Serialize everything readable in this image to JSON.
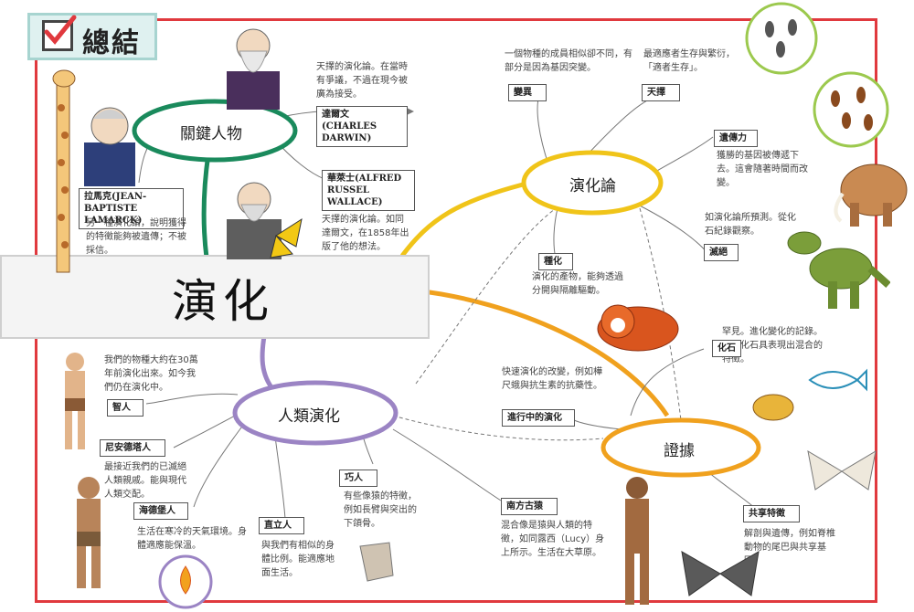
{
  "header": {
    "title": "總結"
  },
  "main_topic": "演化",
  "colors": {
    "frame": "#e0393e",
    "key_people": "#1a8a5c",
    "theory": "#f0c419",
    "evidence": "#f0a11e",
    "human": "#9b84c4"
  },
  "hubs": {
    "key_people": "關鍵人物",
    "theory": "演化論",
    "human_evolution": "人類演化",
    "evidence": "證據"
  },
  "people": {
    "darwin": {
      "name": "達爾文(CHARLES DARWIN)",
      "note": "天擇的演化論。在當時有爭議，不過在現今被廣為接受。"
    },
    "wallace": {
      "name": "華萊士(ALFRED RUSSEL WALLACE)",
      "note": "天擇的演化論。如同達爾文，在1858年出版了他的想法。"
    },
    "lamarck": {
      "name": "拉馬克(JEAN-BAPTISTE LAMARCK)",
      "note": "另一種演化論，說明獲得的特徵能夠被遺傳；不被採信。"
    }
  },
  "theory": {
    "variation": {
      "label": "變異",
      "note": "一個物種的成員相似卻不同，有部分是因為基因突變。"
    },
    "selection": {
      "label": "天擇",
      "note": "最適應者生存與繁衍，「適者生存」。"
    },
    "heredity": {
      "label": "遺傳力",
      "note": "獲勝的基因被傳遞下去。這會隨著時間而改變。"
    },
    "extinction": {
      "label": "滅絕",
      "note": "如演化論所預測。從化石紀錄觀察。"
    },
    "speciation": {
      "label": "種化",
      "note": "演化的產物，能夠透過分開與隔離驅動。"
    }
  },
  "evidence": {
    "fossils": {
      "label": "化石",
      "note": "罕見。進化變化的記錄。過渡化石具表現出混合的特徵。"
    },
    "ongoing": {
      "label": "進行中的演化",
      "note": "快速演化的改變，例如樺尺蛾與抗生素的抗藥性。"
    },
    "shared": {
      "label": "共享特徵",
      "note": "解剖與遺傳，例如脊椎動物的尾巴與共享基因。"
    }
  },
  "humans": {
    "sapiens": {
      "label": "智人",
      "note": "我們的物種大約在30萬年前演化出來。如今我們仍在演化中。"
    },
    "neanderthal": {
      "label": "尼安德塔人",
      "note": "最接近我們的已滅絕人類親戚。能與現代人類交配。"
    },
    "heidelberg": {
      "label": "海德堡人",
      "note": "生活在寒冷的天氣環境。身體適應能保溫。"
    },
    "erectus": {
      "label": "直立人",
      "note": "與我們有相似的身體比例。能適應地面生活。"
    },
    "habilis": {
      "label": "巧人",
      "note": "有些像猿的特徵，例如長臂與突出的下頜骨。"
    },
    "australopithecus": {
      "label": "南方古猿",
      "note": "混合像是猿與人類的特徵，如同露西（Lucy）身上所示。生活在大草原。"
    }
  }
}
